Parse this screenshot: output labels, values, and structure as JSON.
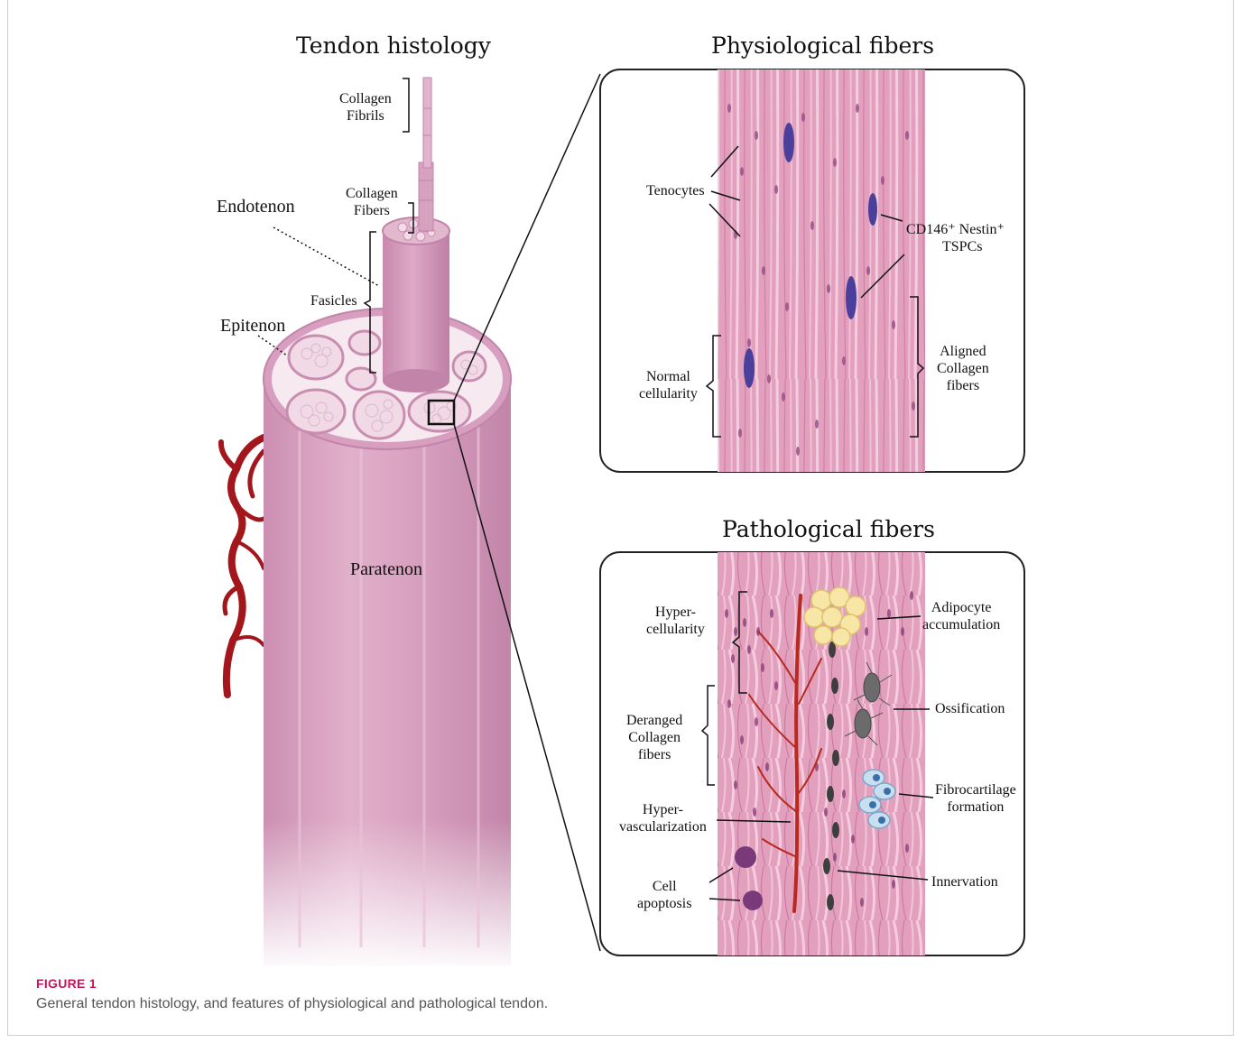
{
  "headings": {
    "tendon_histology": "Tendon histology",
    "physiological": "Physiological fibers",
    "pathological": "Pathological fibers"
  },
  "tendon_labels": {
    "collagen_fibrils": "Collagen\nFibrils",
    "collagen_fibers": "Collagen\nFibers",
    "endotenon": "Endotenon",
    "fasicles": "Fasicles",
    "epitenon": "Epitenon",
    "paratenon": "Paratenon"
  },
  "physiological_labels": {
    "tenocytes": "Tenocytes",
    "tspcs_line1": "CD146⁺ Nestin⁺",
    "tspcs_line2": "TSPCs",
    "normal_cellularity": "Normal\ncellularity",
    "aligned_collagen": "Aligned\nCollagen\nfibers"
  },
  "pathological_labels": {
    "hypercellularity": "Hyper-\ncellularity",
    "deranged_collagen": "Deranged\nCollagen\nfibers",
    "hypervascularization": "Hyper-\nvascularization",
    "cell_apoptosis": "Cell\napoptosis",
    "adipocyte": "Adipocyte\naccumulation",
    "ossification": "Ossification",
    "fibrocartilage": "Fibrocartilage\nformation",
    "innervation": "Innervation"
  },
  "caption": {
    "title": "FIGURE 1",
    "text": "General tendon histology, and features of physiological and pathological tendon."
  },
  "colors": {
    "tendon_pink": "#d9a2c0",
    "tissue_pink": "#e6a2be",
    "vessel_red": "#a3161c",
    "tspc_blue": "#4a3f9a",
    "caption_magenta": "#c1185b"
  }
}
